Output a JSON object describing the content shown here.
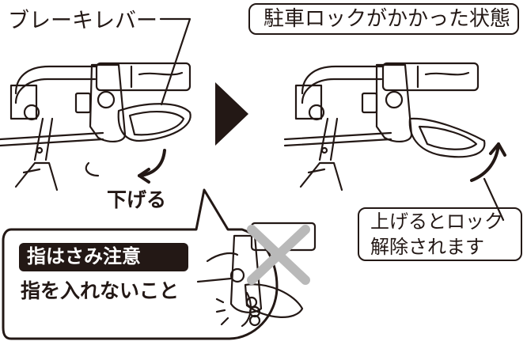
{
  "labels": {
    "brake_lever": "ブレーキレバー",
    "parked_state": "駐車ロックがかかった状態",
    "lower": "下げる",
    "release_line1": "上げるとロック",
    "release_line2": "解除されます"
  },
  "warning": {
    "title": "指はさみ注意",
    "body": "指を入れないこと"
  },
  "colors": {
    "ink": "#231815",
    "cross": "#b9b9b9",
    "paper": "#ffffff"
  }
}
